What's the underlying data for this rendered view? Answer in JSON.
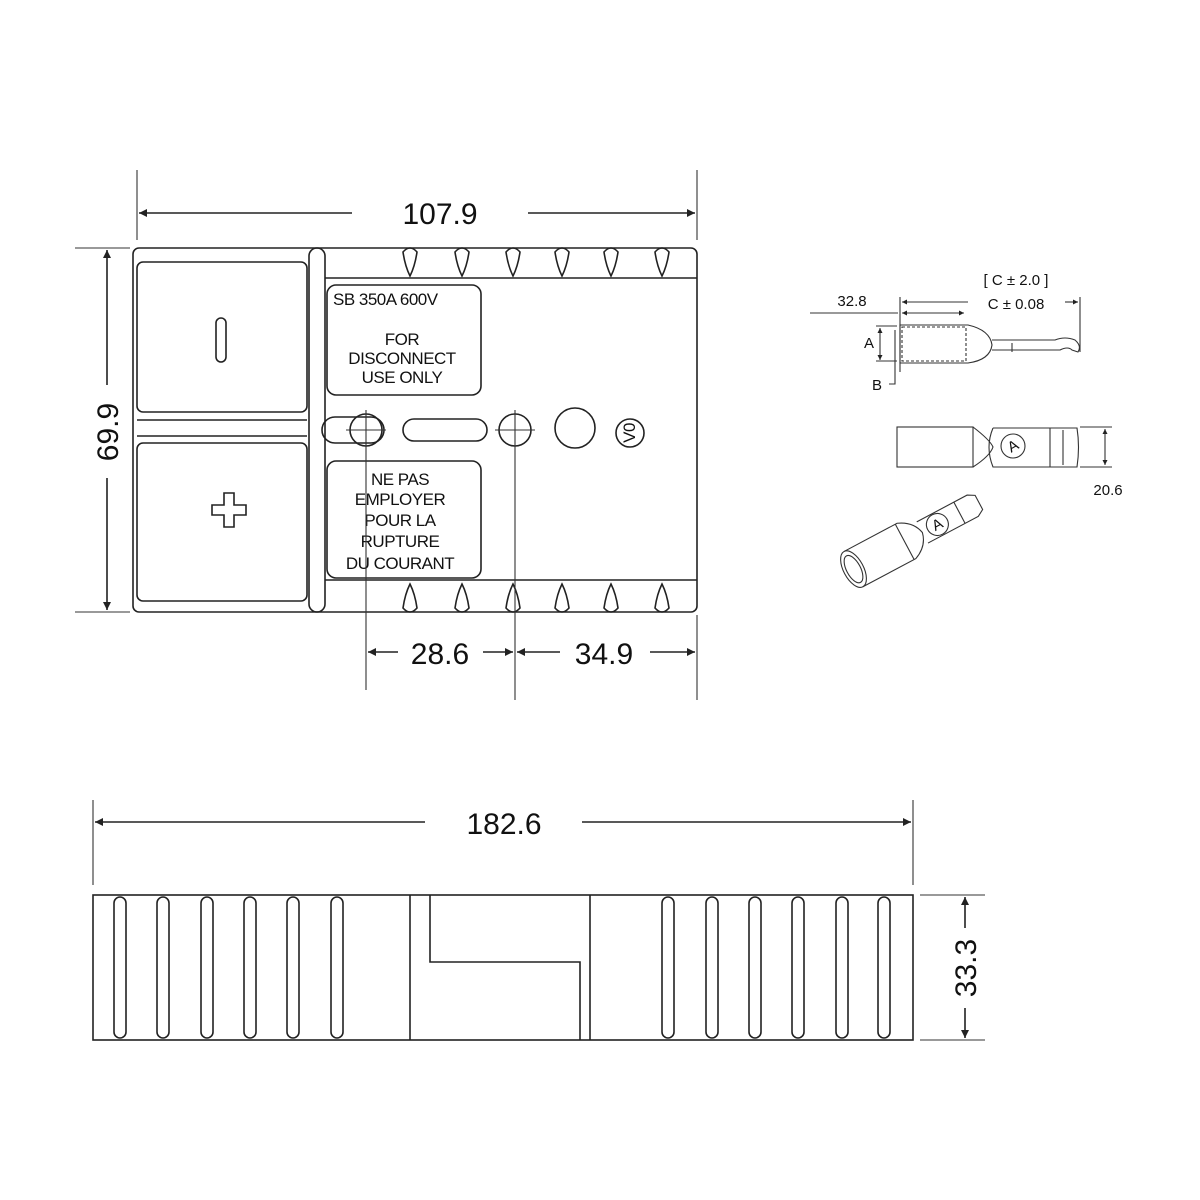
{
  "dimensions": {
    "top_width": "107.9",
    "top_height": "69.9",
    "hole_spacing": "28.6",
    "hole_to_edge": "34.9",
    "side_length": "182.6",
    "side_height": "33.3",
    "contact_length": "32.8",
    "contact_tolerance_bracket": "[ C ± 2.0 ]",
    "contact_tolerance": "C ± 0.08",
    "contact_dim_a": "A",
    "contact_dim_b": "B",
    "contact_width": "20.6"
  },
  "labels": {
    "rating": "SB  350A 600V",
    "english": [
      "FOR",
      "DISCONNECT",
      "USE ONLY"
    ],
    "french": [
      "NE PAS",
      "EMPLOYER",
      "POUR LA",
      "RUPTURE",
      "DU COURANT"
    ],
    "flame_rating": "V0",
    "contact_mark": "A",
    "negative_symbol": "minus",
    "positive_symbol": "plus"
  }
}
